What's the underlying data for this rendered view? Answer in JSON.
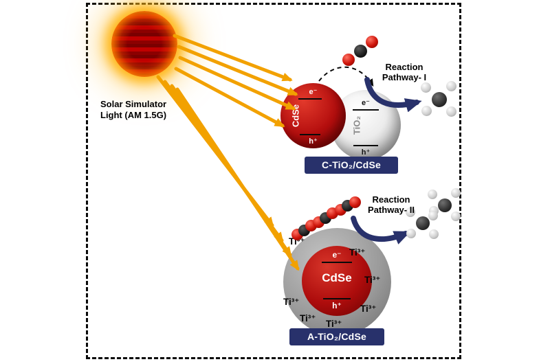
{
  "sun": {
    "label_line1": "Solar Simulator",
    "label_line2": "Light (AM 1.5G)"
  },
  "top": {
    "cdse": {
      "name": "CdSe",
      "electron": "e⁻",
      "hole": "h⁺"
    },
    "tio2": {
      "name": "TiO₂",
      "electron": "e⁻",
      "hole": "h⁺"
    },
    "pathway": {
      "line1": "Reaction",
      "line2": "Pathway- I"
    },
    "caption": "C-TiO₂/CdSe"
  },
  "bottom": {
    "cdse": {
      "name": "CdSe",
      "electron": "e⁻",
      "hole": "h⁺"
    },
    "ti_site": "Ti³⁺",
    "ti_site_count": 7,
    "pathway": {
      "line1": "Reaction",
      "line2": "Pathway- II"
    },
    "caption": "A-TiO₂/CdSe"
  },
  "icons": {
    "sun": "sun-icon",
    "co2": "co2-molecule",
    "ch4": "ch4-molecule",
    "light_rays": "light-ray-arrows",
    "electron_transfer": "electron-transfer-dashed-arrow",
    "reaction_arrow": "reaction-pathway-arrow"
  },
  "colors": {
    "ray_orange": "#f2a100",
    "navy": "#28316b",
    "cdse_red": "#b30d0d",
    "tio2_white": "#ececec",
    "gray_sphere": "#9b9b9b",
    "oxygen_red": "#cc1208",
    "carbon_black": "#1c1c1c",
    "hydrogen_gray": "#cfcfcf",
    "background": "#ffffff",
    "border": "#0a0a0a"
  }
}
